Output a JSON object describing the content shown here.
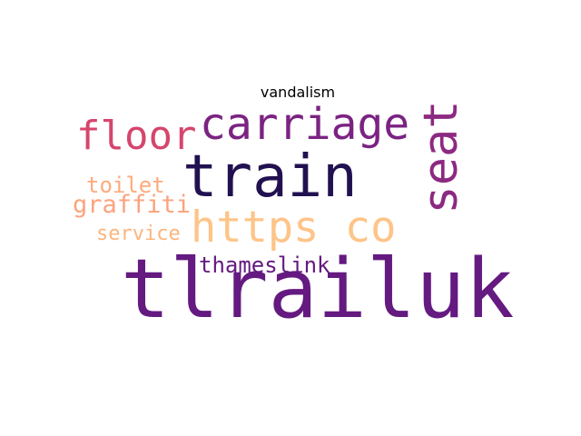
{
  "title": "vandalism",
  "words": {
    "tlrailuk": {
      "text": "tlrailuk",
      "color": "#641a80"
    },
    "train": {
      "text": "train",
      "color": "#221150"
    },
    "https_co": {
      "text": "https co",
      "color": "#fec488"
    },
    "carriage": {
      "text": "carriage",
      "color": "#7b2382"
    },
    "seat": {
      "text": "seat",
      "color": "#8c2981"
    },
    "floor": {
      "text": "floor",
      "color": "#d6456c"
    },
    "thameslink": {
      "text": "thameslink",
      "color": "#641a80"
    },
    "toilet": {
      "text": "toilet",
      "color": "#fdab7c"
    },
    "graffiti": {
      "text": "graffiti",
      "color": "#fba37e"
    },
    "service": {
      "text": "service",
      "color": "#fcb57f"
    }
  }
}
